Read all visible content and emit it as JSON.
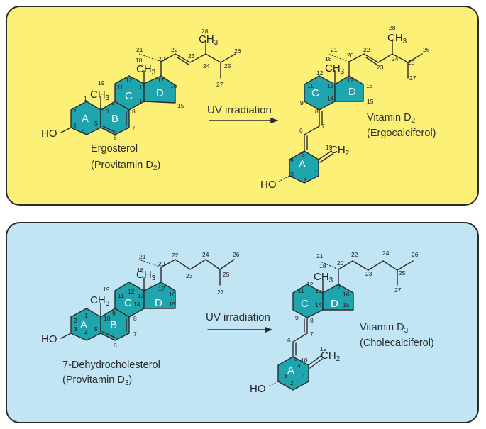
{
  "colors": {
    "panel_top_bg": "#fdf077",
    "panel_bottom_bg": "#c2e5f6",
    "ring_fill": "#1fa5ae",
    "line": "#2b2b2b"
  },
  "panels": [
    {
      "id": "vitamin-d2-pathway",
      "arrow_label": "UV irradiation",
      "precursor": {
        "name": "Ergosterol",
        "subtitle_prefix": "(Provitamin D",
        "subtitle_sub": "2",
        "subtitle_suffix": ")"
      },
      "product": {
        "name_prefix": "Vitamin D",
        "name_sub": "2",
        "subtitle": "(Ergocalciferol)"
      }
    },
    {
      "id": "vitamin-d3-pathway",
      "arrow_label": "UV irradiation",
      "precursor": {
        "name": "7-Dehydrocholesterol",
        "subtitle_prefix": "(Provitamin D",
        "subtitle_sub": "3",
        "subtitle_suffix": ")"
      },
      "product": {
        "name_prefix": "Vitamin D",
        "name_sub": "3",
        "subtitle": "(Cholecalciferol)"
      }
    }
  ],
  "groups": {
    "hydroxyl": "HO",
    "methyl": "CH",
    "methyl_sub": "3",
    "methylene": "CH",
    "methylene_sub": "2"
  },
  "ring_labels": [
    "A",
    "B",
    "C",
    "D"
  ],
  "atom_numbers": [
    "1",
    "2",
    "3",
    "4",
    "5",
    "6",
    "7",
    "8",
    "9",
    "10",
    "11",
    "12",
    "13",
    "14",
    "15",
    "16",
    "17",
    "18",
    "19",
    "20",
    "21",
    "22",
    "23",
    "24",
    "25",
    "26",
    "27",
    "28"
  ]
}
